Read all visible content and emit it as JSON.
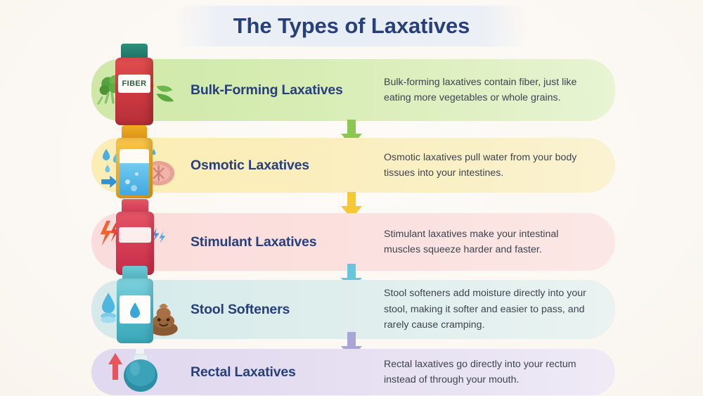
{
  "title": "The Types of Laxatives",
  "background_color": "#fcf9f5",
  "title_color": "#27407c",
  "rows": [
    {
      "id": "bulk-forming",
      "label": "Bulk-Forming Laxatives",
      "body": "Bulk-forming laxatives contain fiber, just like eating more vegetables or whole grains.",
      "band_color": "#cfe8a8",
      "arrow_color": "#8cc751",
      "icon_name": "fiber-bottle-vegetables-icon",
      "bottle_label": "FIBER"
    },
    {
      "id": "osmotic",
      "label": "Osmotic Laxatives",
      "body": "Osmotic laxatives pull water from your body tissues into your intestines.",
      "band_color": "#fbedb4",
      "arrow_color": "#f6c832",
      "icon_name": "water-bottle-tissue-icon",
      "bottle_label": ""
    },
    {
      "id": "stimulant",
      "label": "Stimulant Laxatives",
      "body": "Stimulant laxatives make your intestinal muscles squeeze harder and faster.",
      "band_color": "#fbdcdc",
      "arrow_color": "#66c6dd",
      "icon_name": "intestine-lightning-bottle-icon",
      "bottle_label": ""
    },
    {
      "id": "stool-softeners",
      "label": "Stool Softeners",
      "body": "Stool softeners add moisture directly into your stool, making it softer and easier to pass, and rarely cause cramping.",
      "band_color": "#d6eaeb",
      "arrow_color": "#a9a6d6",
      "icon_name": "droplet-bottle-stool-icon",
      "bottle_label": ""
    },
    {
      "id": "rectal",
      "label": "Rectal Laxatives",
      "body": "Rectal laxatives go directly into your rectum instead of through your mouth.",
      "band_color": "#e0d9ef",
      "arrow_color": "",
      "icon_name": "enema-bulb-arrow-icon",
      "bottle_label": ""
    }
  ],
  "arrows": [
    {
      "name": "arrow-bulk-to-osmotic",
      "color": "#8cc751"
    },
    {
      "name": "arrow-osmotic-to-stimulant",
      "color": "#f6c832"
    },
    {
      "name": "arrow-stimulant-to-softener",
      "color": "#66c6dd"
    },
    {
      "name": "arrow-softener-to-rectal",
      "color": "#a9a6d6"
    }
  ]
}
